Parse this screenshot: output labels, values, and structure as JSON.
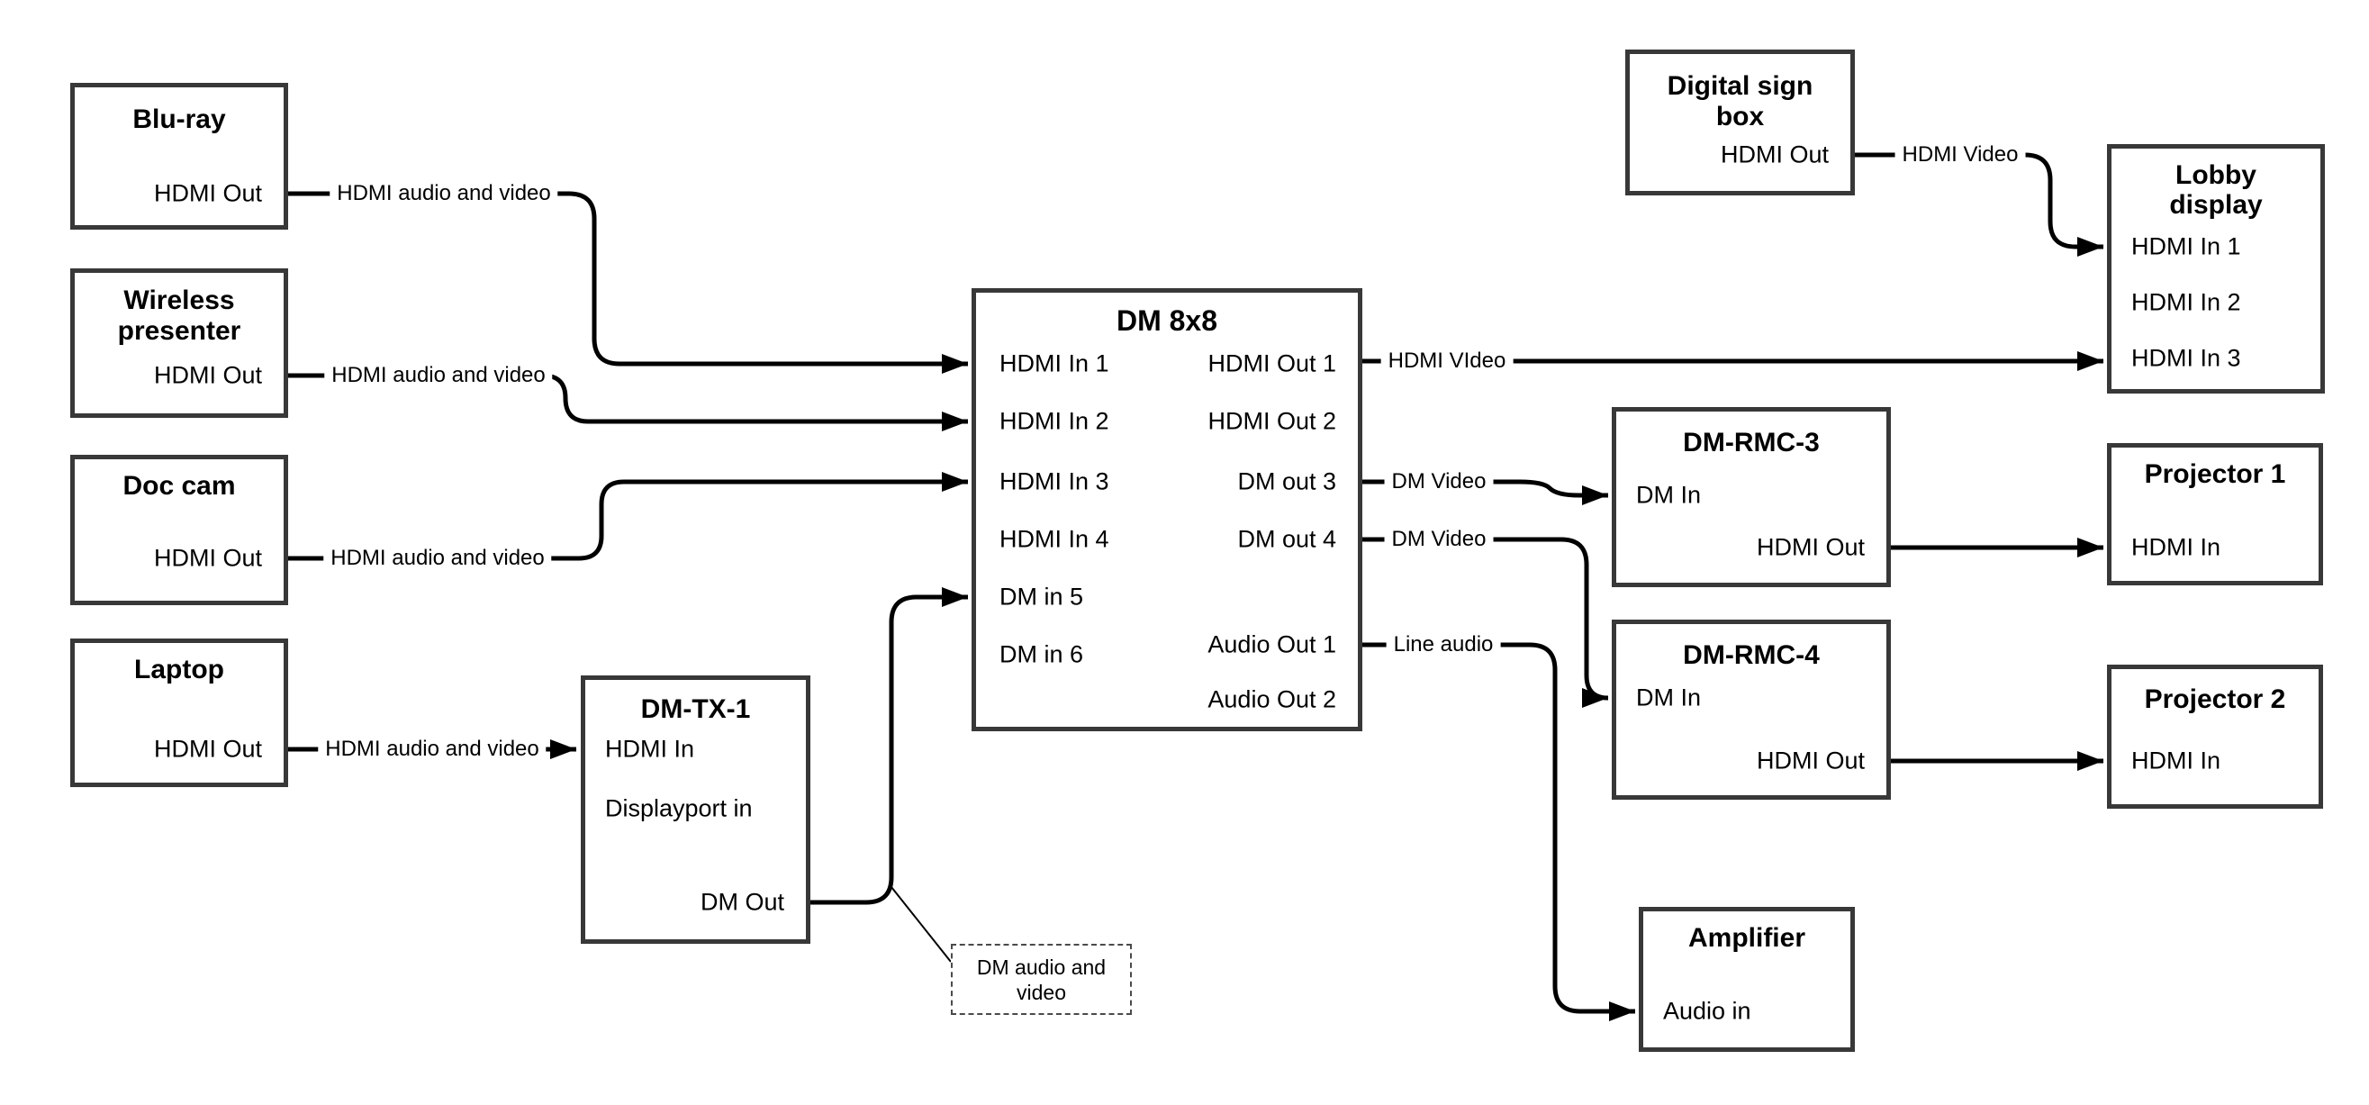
{
  "diagram": {
    "colors": {
      "line": "#000000",
      "box_border": "#383838",
      "background": "#ffffff",
      "text": "#000000"
    },
    "boxes": {
      "bluray": {
        "title": "Blu-ray",
        "ports": {
          "hdmi_out": "HDMI Out"
        }
      },
      "wireless": {
        "title_line1": "Wireless",
        "title_line2": "presenter",
        "ports": {
          "hdmi_out": "HDMI Out"
        }
      },
      "doccam": {
        "title": "Doc cam",
        "ports": {
          "hdmi_out": "HDMI Out"
        }
      },
      "laptop": {
        "title": "Laptop",
        "ports": {
          "hdmi_out": "HDMI Out"
        }
      },
      "dmtx1": {
        "title": "DM-TX-1",
        "ports": {
          "hdmi_in": "HDMI In",
          "displayport_in": "Displayport in",
          "dm_out": "DM Out"
        }
      },
      "dm8x8": {
        "title": "DM 8x8",
        "left_ports": [
          "HDMI In 1",
          "HDMI In 2",
          "HDMI In 3",
          "HDMI In 4",
          "DM in 5",
          "DM in 6"
        ],
        "right_ports": [
          "HDMI Out 1",
          "HDMI Out 2",
          "DM out 3",
          "DM out 4",
          "Audio Out 1",
          "Audio Out 2"
        ]
      },
      "signbox": {
        "title_line1": "Digital sign",
        "title_line2": "box",
        "ports": {
          "hdmi_out": "HDMI Out"
        }
      },
      "lobby": {
        "title_line1": "Lobby",
        "title_line2": "display",
        "ports": {
          "in1": "HDMI In 1",
          "in2": "HDMI In 2",
          "in3": "HDMI In 3"
        }
      },
      "rmc3": {
        "title": "DM-RMC-3",
        "ports": {
          "dm_in": "DM In",
          "hdmi_out": "HDMI Out"
        }
      },
      "proj1": {
        "title": "Projector 1",
        "ports": {
          "hdmi_in": "HDMI In"
        }
      },
      "rmc4": {
        "title": "DM-RMC-4",
        "ports": {
          "dm_in": "DM In",
          "hdmi_out": "HDMI Out"
        }
      },
      "proj2": {
        "title": "Projector 2",
        "ports": {
          "hdmi_in": "HDMI In"
        }
      },
      "amp": {
        "title": "Amplifier",
        "ports": {
          "audio_in": "Audio in"
        }
      },
      "note": {
        "line1": "DM audio and",
        "line2": "video"
      }
    },
    "labels": {
      "bluray_link": "HDMI audio and video",
      "wireless_link": "HDMI audio and video",
      "doccam_link": "HDMI audio and video",
      "laptop_link": "HDMI audio and video",
      "hdmi_video_out1": "HDMI VIdeo",
      "dm_video_3": "DM Video",
      "dm_video_4": "DM Video",
      "line_audio": "Line audio",
      "sign_link": "HDMI Video"
    }
  }
}
